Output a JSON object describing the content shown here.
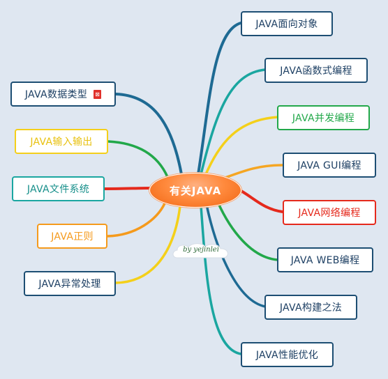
{
  "center": {
    "label": "有关JAVA"
  },
  "author_tag": "by yejinlei",
  "nodes": {
    "oop": "JAVA面向对象",
    "functional": "JAVA函数式编程",
    "concurrency": "JAVA并发编程",
    "gui": "JAVA GUI编程",
    "network": "JAVA网络编程",
    "web": "JAVA WEB编程",
    "build": "JAVA构建之法",
    "performance": "JAVA性能优化",
    "datatypes": "JAVA数据类型",
    "io": "JAVA输入输出",
    "filesystem": "JAVA文件系统",
    "regex": "JAVA正则",
    "exceptions": "JAVA异常处理"
  },
  "colors": {
    "background": "#dfe7f1",
    "blue": "#1d4e73",
    "teal": "#1aa6a0",
    "green": "#22a84a",
    "yellow": "#f4cf1a",
    "orange": "#f59a1c",
    "red": "#e5291c",
    "center_orange": "#f06512"
  },
  "icons": {
    "datatypes_attachment": "pdf-icon"
  }
}
